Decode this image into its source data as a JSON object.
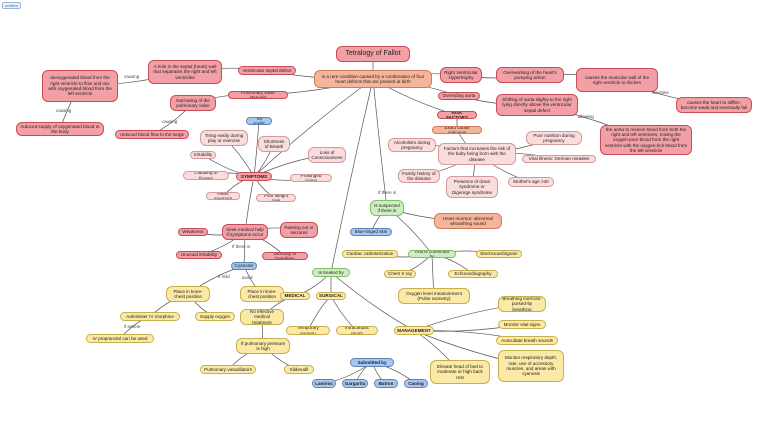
{
  "badge": "untitled",
  "nodes": {
    "title": "Tetralogy of Fallot",
    "center": "is a rare condition caused by a combination of four heart defects that are present at birth",
    "vsd": "Ventricular septal defect",
    "hole": "A hole in the septal (heart) wall that separates the right and left ventricles",
    "deoxy": "deoxygenated blood from the right ventricle to flow and mix with oxygenated blood from the left ventricle",
    "reduced_supply": "reduced supply of oxygenated blood to the body",
    "pvs": "Pulmonary valve stenosis",
    "narrowing": "Narrowing of the pulmonary valve",
    "reduced_flow": "reduced blood flow to the lungs",
    "rvh": "Right Ventricular Hypertrophy",
    "overworking": "Overworking of the heart's pumping action",
    "thicken": "causes the muscular wall of the right ventricle to thicken",
    "stiffen": "causes the heart to stiffen, become weak and eventually fail",
    "overriding": "Overriding aorta",
    "shifting": "Shifting of aorta slighty to the right lying directly above the ventricular septal defect",
    "receive": "the aorta to receive blood from both the right and left ventricles, mixing the oxygen-poor blood from the right ventricle with the oxygen-rich blood from the left ventricle",
    "risk": "RISK FACTORS",
    "exact": "Exact cause unknown",
    "alcohol": "Alcoholism during pregnancy",
    "factors": "Factors that increases the risk of the baby being born with the disease",
    "poor_nutrition": "Poor nutrition during pregnancy",
    "viral": "Viral illness: German measles",
    "family": "Family history of the disease",
    "down": "Presence of down syndrome or Digeorge syndrome",
    "age": "Mother's age >40",
    "symptoms": "SYMPTOMS",
    "tet": "Tet spells",
    "tiring": "Tiring easily during play or exercise",
    "sob": "Shortness of Breath",
    "loss": "Loss of Consciousness",
    "irritability": "Irritability",
    "clubbing": "Clubbing of fingers",
    "crying": "Prolonged crying",
    "murmur": "Heart murmurs",
    "poor_weight": "Poor weight gain",
    "seek": "Seek medical help if symptoms occur",
    "weakness": "Weakness",
    "passing": "Passing out or seizures",
    "unusual": "Unusual irritability",
    "difficulty": "Difficulty of breathing",
    "cyanosis": "Cyanosis",
    "knee_chest": "Place in knee-chest position",
    "knee_chest2": "Place in knee-chest position",
    "morphine": "Administer IV morphine",
    "supply_oxygen": "Supply oxygen",
    "propranolol": "IV propranolol can be used",
    "suspected": "is suspected if there is",
    "blue_skin": "Blue-tinged skin",
    "heart_murmur": "Heart murmur: abnormal whooshing sound",
    "confirmed": "And is confirmed by",
    "cath": "Cardiac catheterization",
    "ecg": "Electrocardiogram",
    "xray": "Chest X ray",
    "echo": "Echocardiography",
    "oximetry": "Oxygen level measurement (Pulse oximetry)",
    "treated": "Is treated by",
    "medical": "MEDICAL",
    "surgical": "SURGICAL",
    "no_treatment": "No effective medical treatment",
    "temp_surgery": "Temporary surgery",
    "intracardiac": "Intracardiac repair",
    "pulm_pressure": "If pulmonary pressure is high",
    "vasodilators": "Pulmonary vasodilators",
    "sildenafil": "Sildenafil",
    "management": "MANAGEMENT",
    "breathing_ex": "Breathing exercise: pursed-lip breathing",
    "vital": "Monitor vital signs",
    "auscultate": "Auscultate breath sounds",
    "monitor_resp": "Monitor respiratory depth, rate, use of accessory muscles, and areas with cyanosis",
    "elevate": "Elevate head of bed to moderate or high back rest",
    "submitted": "Submitted by",
    "lamiroc": "Lamiroc",
    "gargarita": "Gargarita",
    "batron": "Batron",
    "caoing": "Caoing"
  },
  "labels": {
    "causing": "causing",
    "causing2": "causing",
    "causing3": "causing",
    "overtime": "overtime",
    "allowing": "allowing",
    "if_there_is": "If there is",
    "if_there_is2": "If there is",
    "if_severe": "if severe",
    "if_mild": "If mild",
    "avoid": "avoid"
  }
}
